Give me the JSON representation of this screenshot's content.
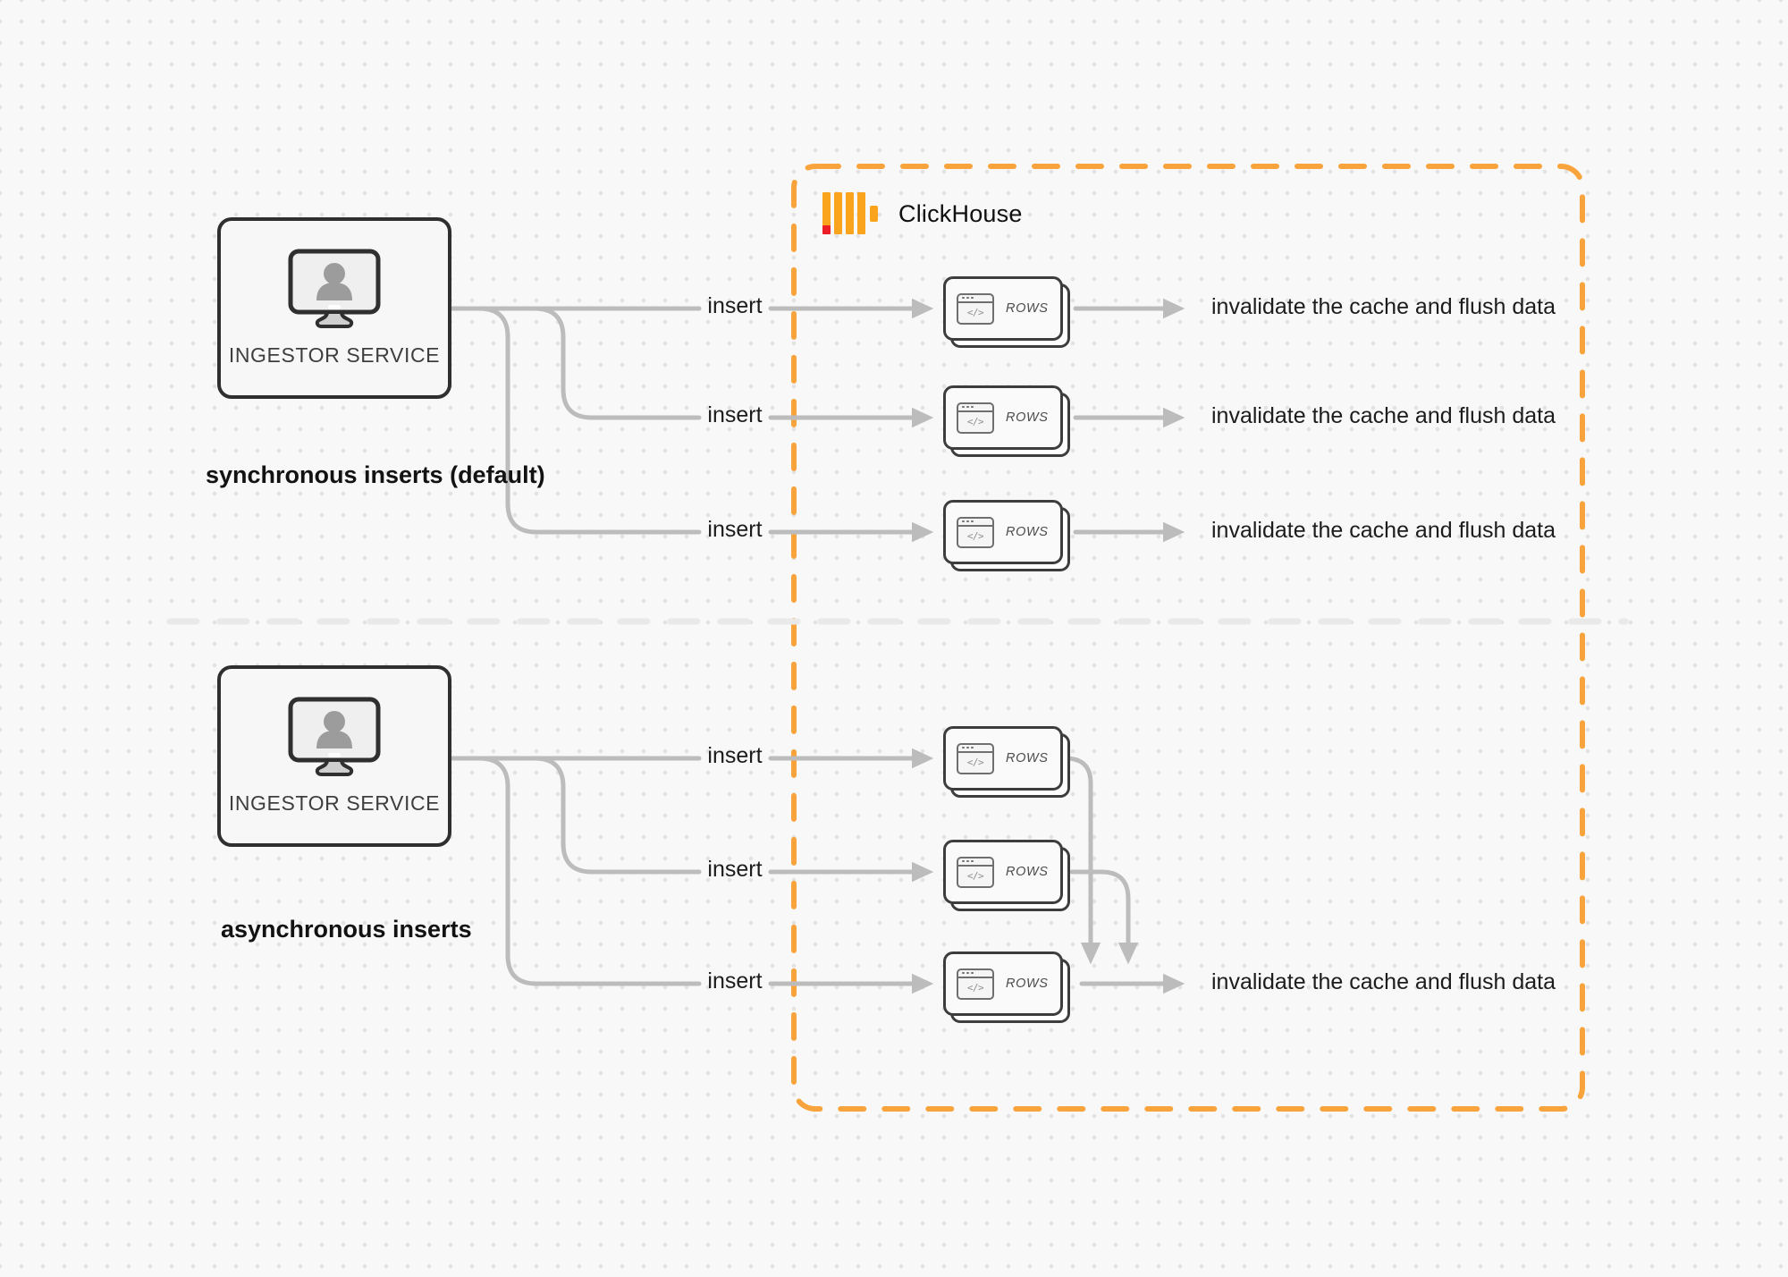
{
  "diagram": {
    "clickhouse": {
      "label": "ClickHouse"
    },
    "icons": {
      "code_glyph": "</>"
    },
    "sync": {
      "service_label": "INGESTOR SERVICE",
      "caption": "synchronous inserts (default)",
      "rows": [
        {
          "insert": "insert",
          "node": "ROWS",
          "result": "invalidate the cache and flush data"
        },
        {
          "insert": "insert",
          "node": "ROWS",
          "result": "invalidate the cache and flush data"
        },
        {
          "insert": "insert",
          "node": "ROWS",
          "result": "invalidate the cache and flush data"
        }
      ]
    },
    "async": {
      "service_label": "INGESTOR SERVICE",
      "caption": "asynchronous inserts",
      "rows": [
        {
          "insert": "insert",
          "node": "ROWS"
        },
        {
          "insert": "insert",
          "node": "ROWS"
        },
        {
          "insert": "insert",
          "node": "ROWS"
        }
      ],
      "result": "invalidate the cache and flush data"
    }
  },
  "colors": {
    "accent_orange": "#F8A33B",
    "logo_yellow": "#FAA41D",
    "logo_red": "#EC1D25",
    "arrow_gray": "#BCBCBC",
    "divider_gray": "#E9E9E9",
    "ink": "#1C1C1C",
    "box_border": "#2F2F2F",
    "dot_gray": "#E3E3E3"
  }
}
